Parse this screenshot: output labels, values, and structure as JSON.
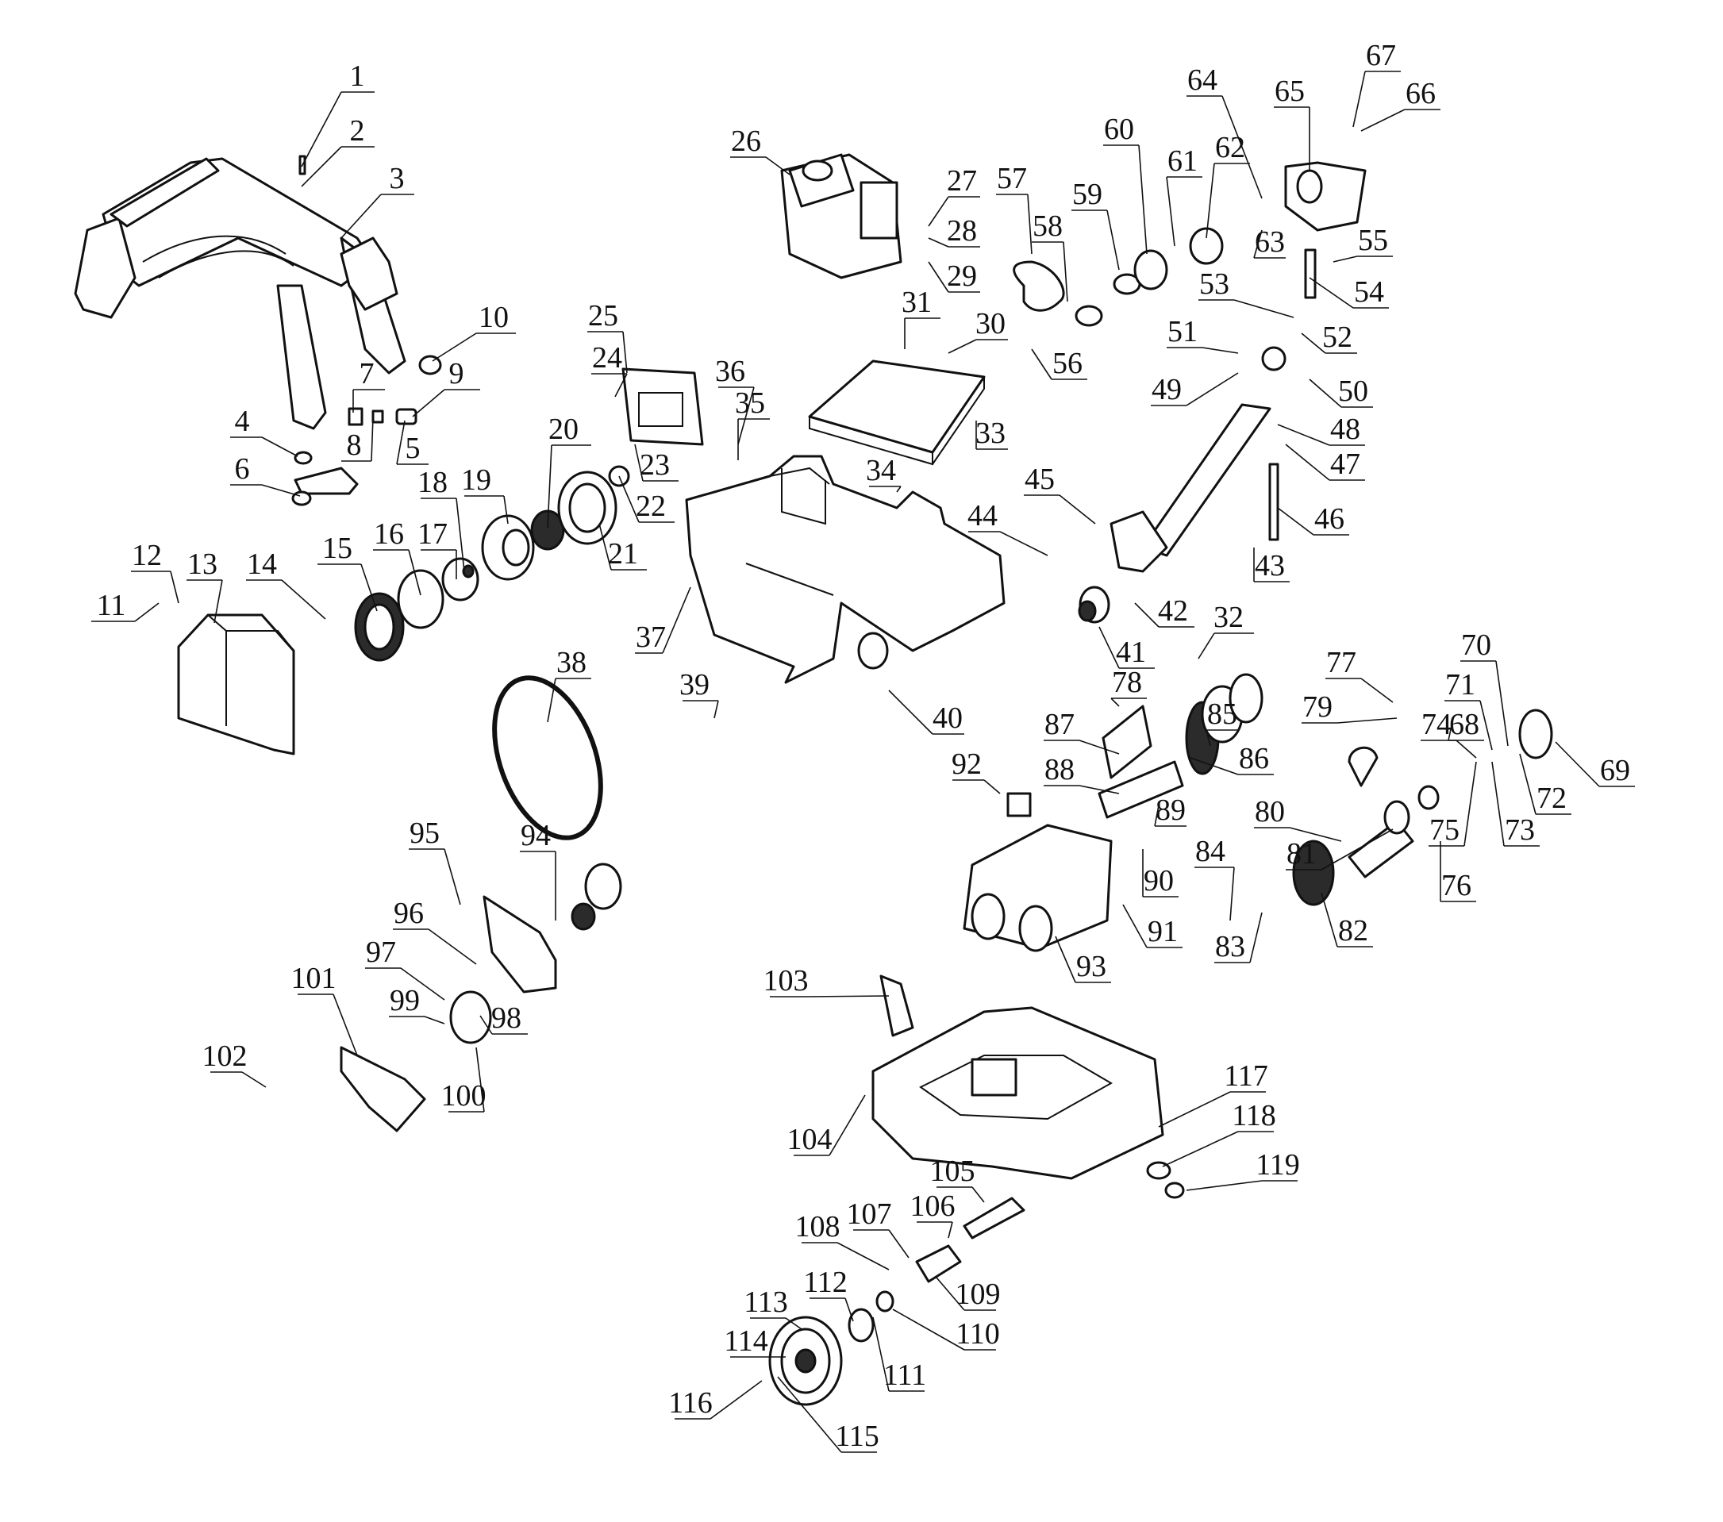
{
  "diagram": {
    "kind": "exploded-parts-view",
    "callouts": [
      "1",
      "2",
      "3",
      "4",
      "5",
      "6",
      "7",
      "8",
      "9",
      "10",
      "11",
      "12",
      "13",
      "14",
      "15",
      "16",
      "17",
      "18",
      "19",
      "20",
      "21",
      "22",
      "23",
      "24",
      "25",
      "26",
      "27",
      "28",
      "29",
      "30",
      "31",
      "32",
      "33",
      "34",
      "35",
      "36",
      "37",
      "38",
      "39",
      "40",
      "41",
      "42",
      "43",
      "44",
      "45",
      "46",
      "47",
      "48",
      "49",
      "50",
      "51",
      "52",
      "53",
      "54",
      "55",
      "56",
      "57",
      "58",
      "59",
      "60",
      "61",
      "62",
      "63",
      "64",
      "65",
      "66",
      "67",
      "68",
      "69",
      "70",
      "71",
      "72",
      "73",
      "74",
      "75",
      "76",
      "77",
      "78",
      "79",
      "80",
      "81",
      "82",
      "83",
      "84",
      "85",
      "86",
      "87",
      "88",
      "89",
      "90",
      "91",
      "92",
      "93",
      "94",
      "95",
      "96",
      "97",
      "98",
      "99",
      "100",
      "101",
      "102",
      "103",
      "104",
      "105",
      "106",
      "107",
      "108",
      "109",
      "110",
      "111",
      "112",
      "113",
      "114",
      "115",
      "116",
      "117",
      "118",
      "119"
    ],
    "line_color": "#111111",
    "background": "#ffffff"
  }
}
